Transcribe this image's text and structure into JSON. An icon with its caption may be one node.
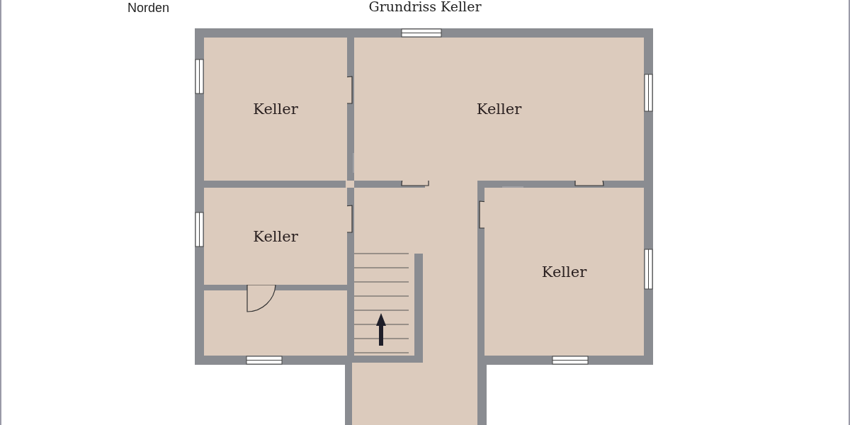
{
  "diagram": {
    "title": "Grundriss Keller",
    "nodes": [
      {
        "text": [
          "Keller"
        ]
      },
      {
        "text": [
          "Keller"
        ]
      },
      {
        "text": [
          "Keller"
        ]
      },
      {
        "text": [
          "Keller"
        ]
      }
    ],
    "labels": [
      "Norden"
    ]
  }
}
